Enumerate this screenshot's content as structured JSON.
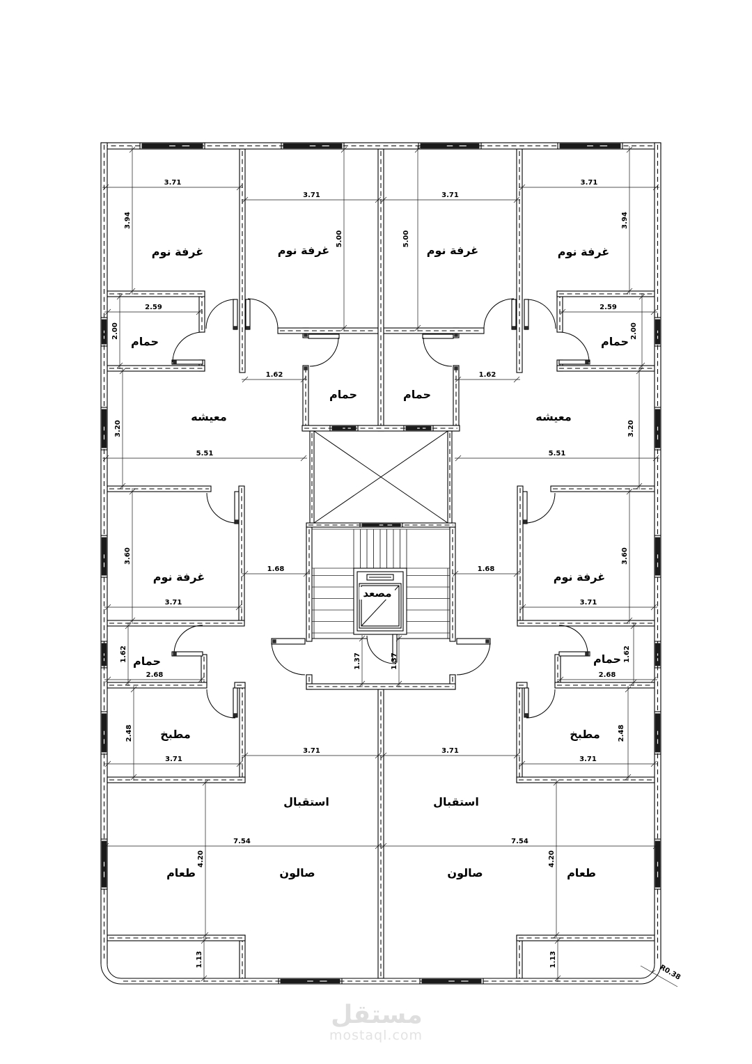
{
  "document": {
    "type": "architectural floor plan",
    "description": "Typical floor plan of a residential building with two mirrored apartments around a central stair and elevator core"
  },
  "labels": {
    "bedroom": "غرفة نوم",
    "bath": "حمام",
    "living": "معيشه",
    "kitchen": "مطبخ",
    "reception": "استقبال",
    "salon": "صالون",
    "dining": "طعام",
    "elevator": "مصعد"
  },
  "dims": {
    "d371": "3.71",
    "d394": "3.94",
    "d500": "5.00",
    "d259": "2.59",
    "d200": "2.00",
    "d162": "1.62",
    "d320": "3.20",
    "d551": "5.51",
    "d360": "3.60",
    "d168": "1.68",
    "d268": "2.68",
    "d137": "1.37",
    "d248": "2.48",
    "d754": "7.54",
    "d420": "4.20",
    "d113": "1.13",
    "r038": "R0.38"
  },
  "watermark": {
    "logo": "مستقل",
    "domain": "mostaql.com"
  }
}
